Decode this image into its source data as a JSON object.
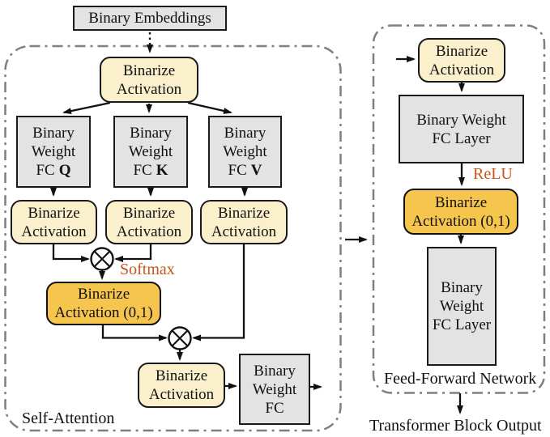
{
  "embeddings": {
    "label": "Binary Embeddings"
  },
  "self_attention": {
    "title": "Self-Attention",
    "softmax_label": "Softmax",
    "binarize_in": {
      "line1": "Binarize",
      "line2": "Activation"
    },
    "fc_q": {
      "line1": "Binary",
      "line2": "Weight",
      "line3": "FC",
      "bold": "Q"
    },
    "fc_k": {
      "line1": "Binary",
      "line2": "Weight",
      "line3": "FC",
      "bold": "K"
    },
    "fc_v": {
      "line1": "Binary",
      "line2": "Weight",
      "line3": "FC",
      "bold": "V"
    },
    "binarize_q": {
      "line1": "Binarize",
      "line2": "Activation"
    },
    "binarize_k": {
      "line1": "Binarize",
      "line2": "Activation"
    },
    "binarize_v": {
      "line1": "Binarize",
      "line2": "Activation"
    },
    "binarize_01": {
      "line1": "Binarize",
      "line2": "Activation (0,1)"
    },
    "binarize_out": {
      "line1": "Binarize",
      "line2": "Activation"
    },
    "fc_out": {
      "line1": "Binary",
      "line2": "Weight",
      "line3": "FC"
    }
  },
  "ffn": {
    "title": "Feed-Forward Network",
    "relu_label": "ReLU",
    "binarize_in": {
      "line1": "Binarize",
      "line2": "Activation"
    },
    "fc1": {
      "line1": "Binary Weight",
      "line2": "FC Layer"
    },
    "binarize_01": {
      "line1": "Binarize",
      "line2": "Activation (0,1)"
    },
    "fc2": {
      "line1": "Binary",
      "line2": "Weight",
      "line3": "FC Layer"
    }
  },
  "output": {
    "label": "Transformer Block Output"
  },
  "colors": {
    "cream": "#FBF0CC",
    "gold": "#F5C54E",
    "gray": "#E3E3E3",
    "orange_accent": "#C4561A",
    "dash_border": "#7F7F7F"
  }
}
